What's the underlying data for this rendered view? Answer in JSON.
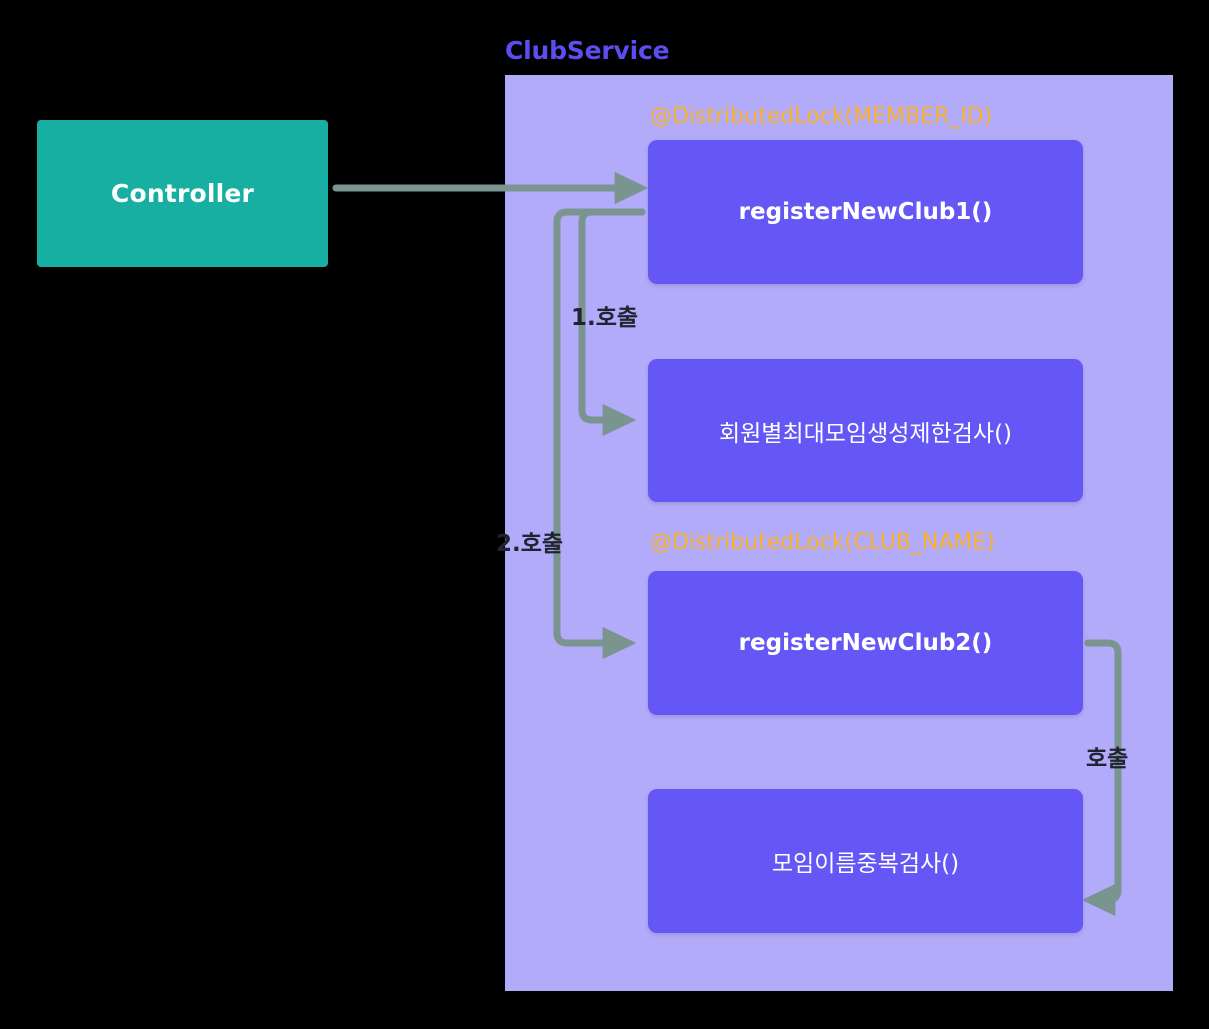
{
  "diagram": {
    "title": "ClubService",
    "background_color": "#000000",
    "panel_color": "#b1abfa",
    "title_color": "#5b4df0"
  },
  "controller": {
    "label": "Controller",
    "color": "#17afa2",
    "text_color": "#ffffff"
  },
  "annotations": [
    {
      "id": "lock-member",
      "text": "@DistributedLock(MEMBER_ID)",
      "color": "#fbb12c"
    },
    {
      "id": "lock-club",
      "text": "@DistributedLock(CLUB_NAME)",
      "color": "#fbb12c"
    }
  ],
  "methods": [
    {
      "id": "register1",
      "label": "registerNewClub1()",
      "bold": true,
      "color": "#6457f5"
    },
    {
      "id": "member-limit",
      "label": "회원별최대모임생성제한검사()",
      "bold": false,
      "color": "#6457f5"
    },
    {
      "id": "register2",
      "label": "registerNewClub2()",
      "bold": true,
      "color": "#6457f5"
    },
    {
      "id": "dup-check",
      "label": "모임이름중복검사()",
      "bold": false,
      "color": "#6457f5"
    }
  ],
  "arrows": [
    {
      "id": "controller-to-register1",
      "label": "",
      "color": "#7a9490"
    },
    {
      "id": "register1-to-member-limit",
      "label": "1.호출",
      "color": "#7a9490"
    },
    {
      "id": "register1-to-register2",
      "label": "2.호출",
      "color": "#7a9490"
    },
    {
      "id": "register2-to-dup-check",
      "label": "호출",
      "color": "#7a9490"
    }
  ],
  "arrow_labels": {
    "call_1": "1.호출",
    "call_2": "2.호출",
    "call_3": "호출"
  }
}
